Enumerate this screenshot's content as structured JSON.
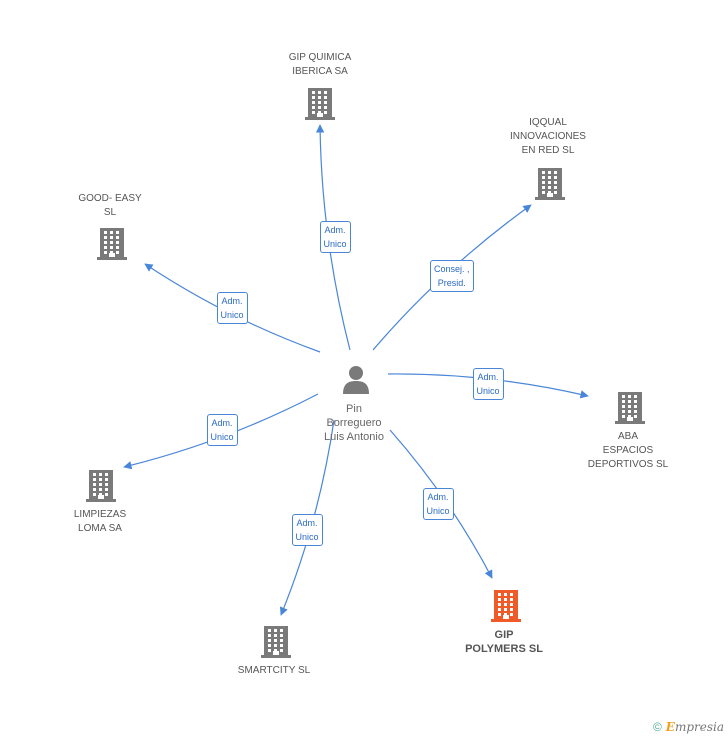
{
  "colors": {
    "edge": "#4a86d8",
    "building": "#7a7a7a",
    "highlight": "#f05a28",
    "person": "#7a7a7a"
  },
  "center": {
    "icon": "person-icon",
    "name": "Pin\nBorreguero\nLuis Antonio"
  },
  "companies": [
    {
      "id": "gip-quimica-iberica",
      "name": "GIP QUIMICA\nIBERICA SA",
      "role": "Adm.\nUnico",
      "icon": "building-icon",
      "highlight": false
    },
    {
      "id": "iqqual-innovaciones",
      "name": "IQQUAL\nINNOVACIONES\nEN RED SL",
      "role": "Consej. ,\nPresid.",
      "icon": "building-icon",
      "highlight": false
    },
    {
      "id": "good-easy",
      "name": "GOOD- EASY\nSL",
      "role": "Adm.\nUnico",
      "icon": "building-icon",
      "highlight": false
    },
    {
      "id": "aba-espacios",
      "name": "ABA\nESPACIOS\nDEPORTIVOS SL",
      "role": "Adm.\nUnico",
      "icon": "building-icon",
      "highlight": false
    },
    {
      "id": "limpiezas-loma",
      "name": "LIMPIEZAS\nLOMA SA",
      "role": "Adm.\nUnico",
      "icon": "building-icon",
      "highlight": false
    },
    {
      "id": "smartcity",
      "name": "SMARTCITY SL",
      "role": "Adm.\nUnico",
      "icon": "building-icon",
      "highlight": false
    },
    {
      "id": "gip-polymers",
      "name": "GIP\nPOLYMERS SL",
      "role": "Adm.\nUnico",
      "icon": "building-icon",
      "highlight": true
    }
  ],
  "footer": {
    "copyright": "©",
    "brand_initial": "E",
    "brand_rest": "mpresia"
  }
}
